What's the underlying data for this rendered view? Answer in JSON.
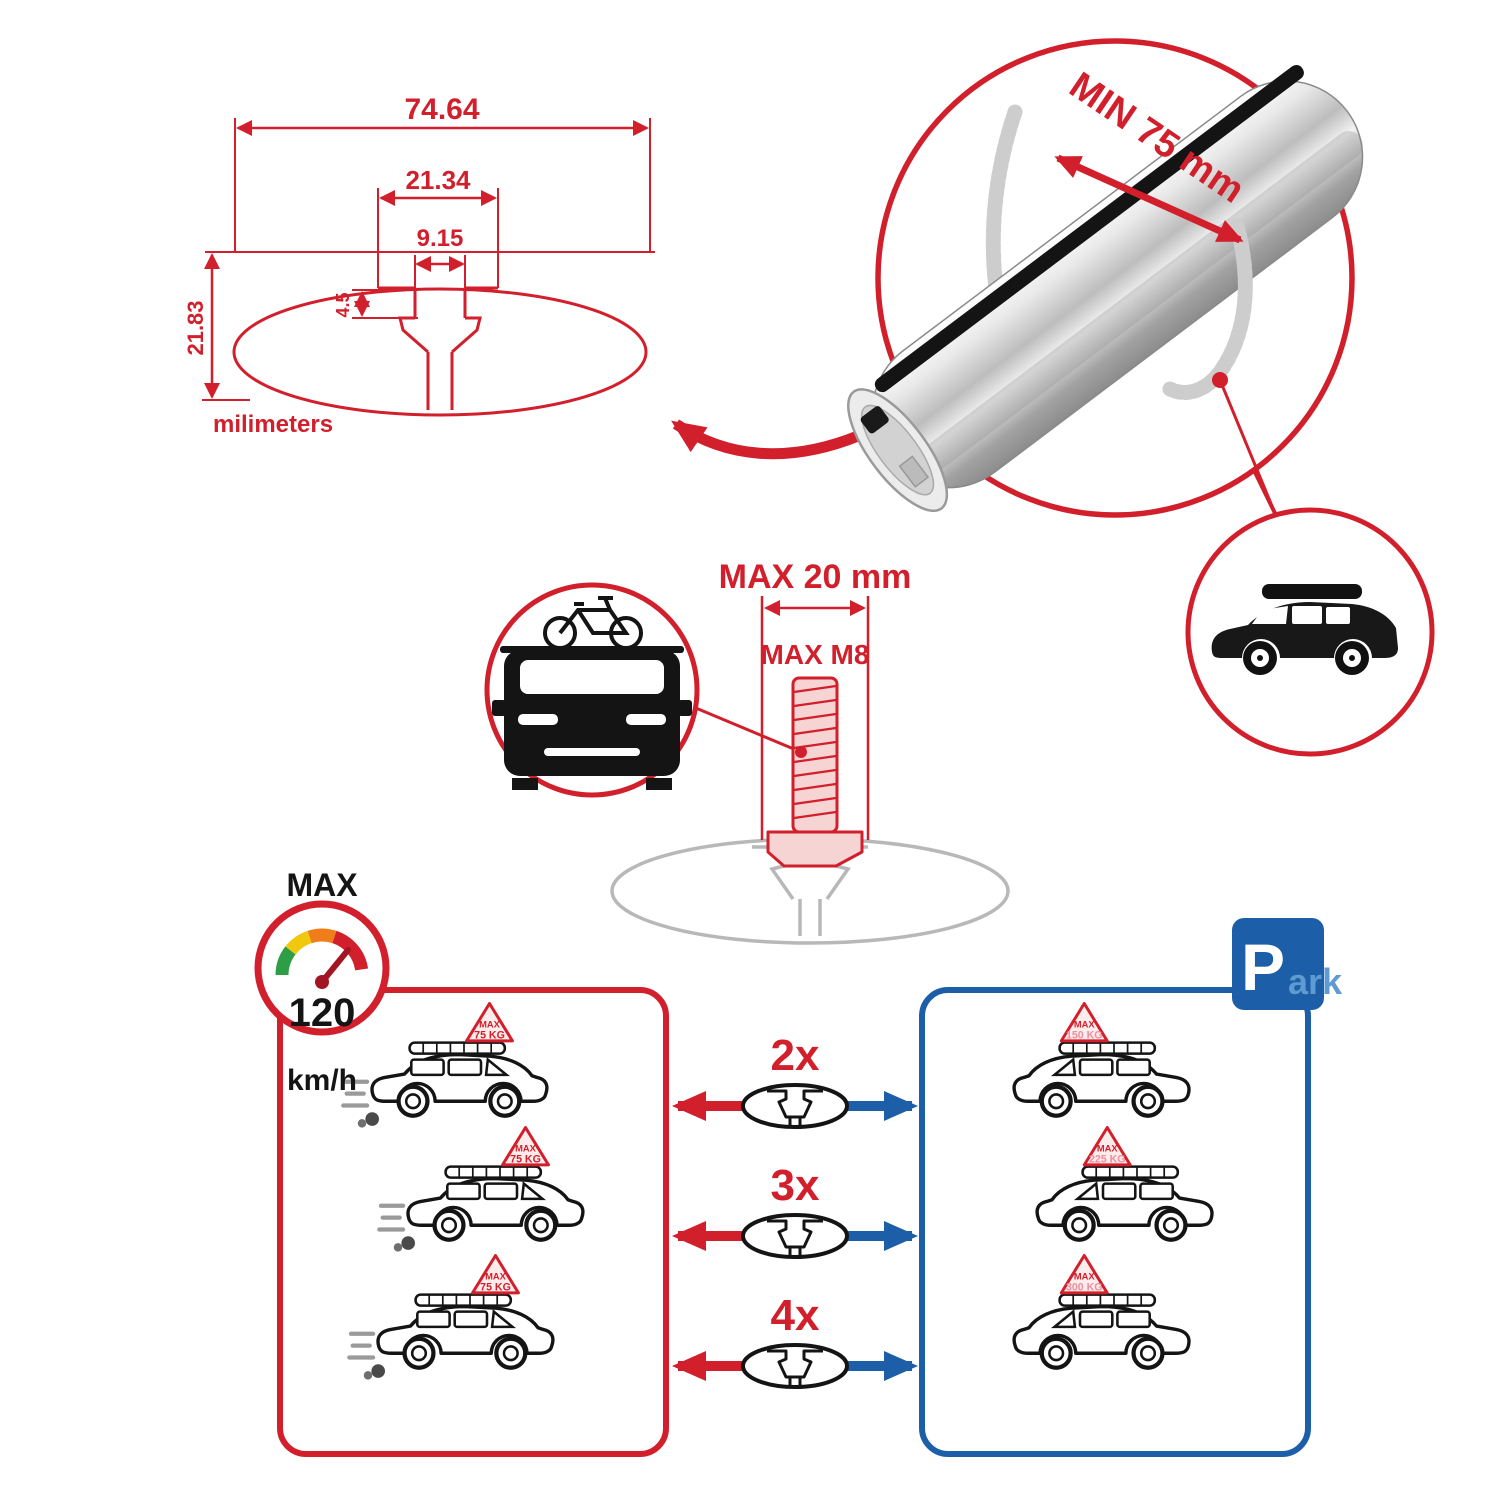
{
  "profile_dimensions": {
    "total_width": "74.64",
    "cavity_width": "21.34",
    "slot_width": "9.15",
    "lip_depth": "4.5",
    "profile_height": "21.83",
    "units_label": "milimeters"
  },
  "crossbar_detail": {
    "min_rail_span_label": "MIN 75 mm"
  },
  "bolt_detail": {
    "max_protrusion_label": "MAX 20 mm",
    "max_thread_label": "MAX M8"
  },
  "speed_limit": {
    "title": "MAX",
    "value": "120",
    "units": "km/h"
  },
  "park_sign": {
    "letter": "P",
    "suffix": "ark"
  },
  "configurations": [
    {
      "count": "2x",
      "moving_load": {
        "label": "MAX",
        "value": "75 KG"
      },
      "parked_load": {
        "label": "MAX",
        "value": "150 KG"
      }
    },
    {
      "count": "3x",
      "moving_load": {
        "label": "MAX",
        "value": "75 KG"
      },
      "parked_load": {
        "label": "MAX",
        "value": "225 KG"
      }
    },
    {
      "count": "4x",
      "moving_load": {
        "label": "MAX",
        "value": "75 KG"
      },
      "parked_load": {
        "label": "MAX",
        "value": "300 KG"
      }
    }
  ],
  "colors": {
    "accent_red": "#d21f2c",
    "accent_blue": "#1c5fa8",
    "sketch_gray": "#cdcdcd",
    "metal_gray": "#bfbfbf"
  }
}
